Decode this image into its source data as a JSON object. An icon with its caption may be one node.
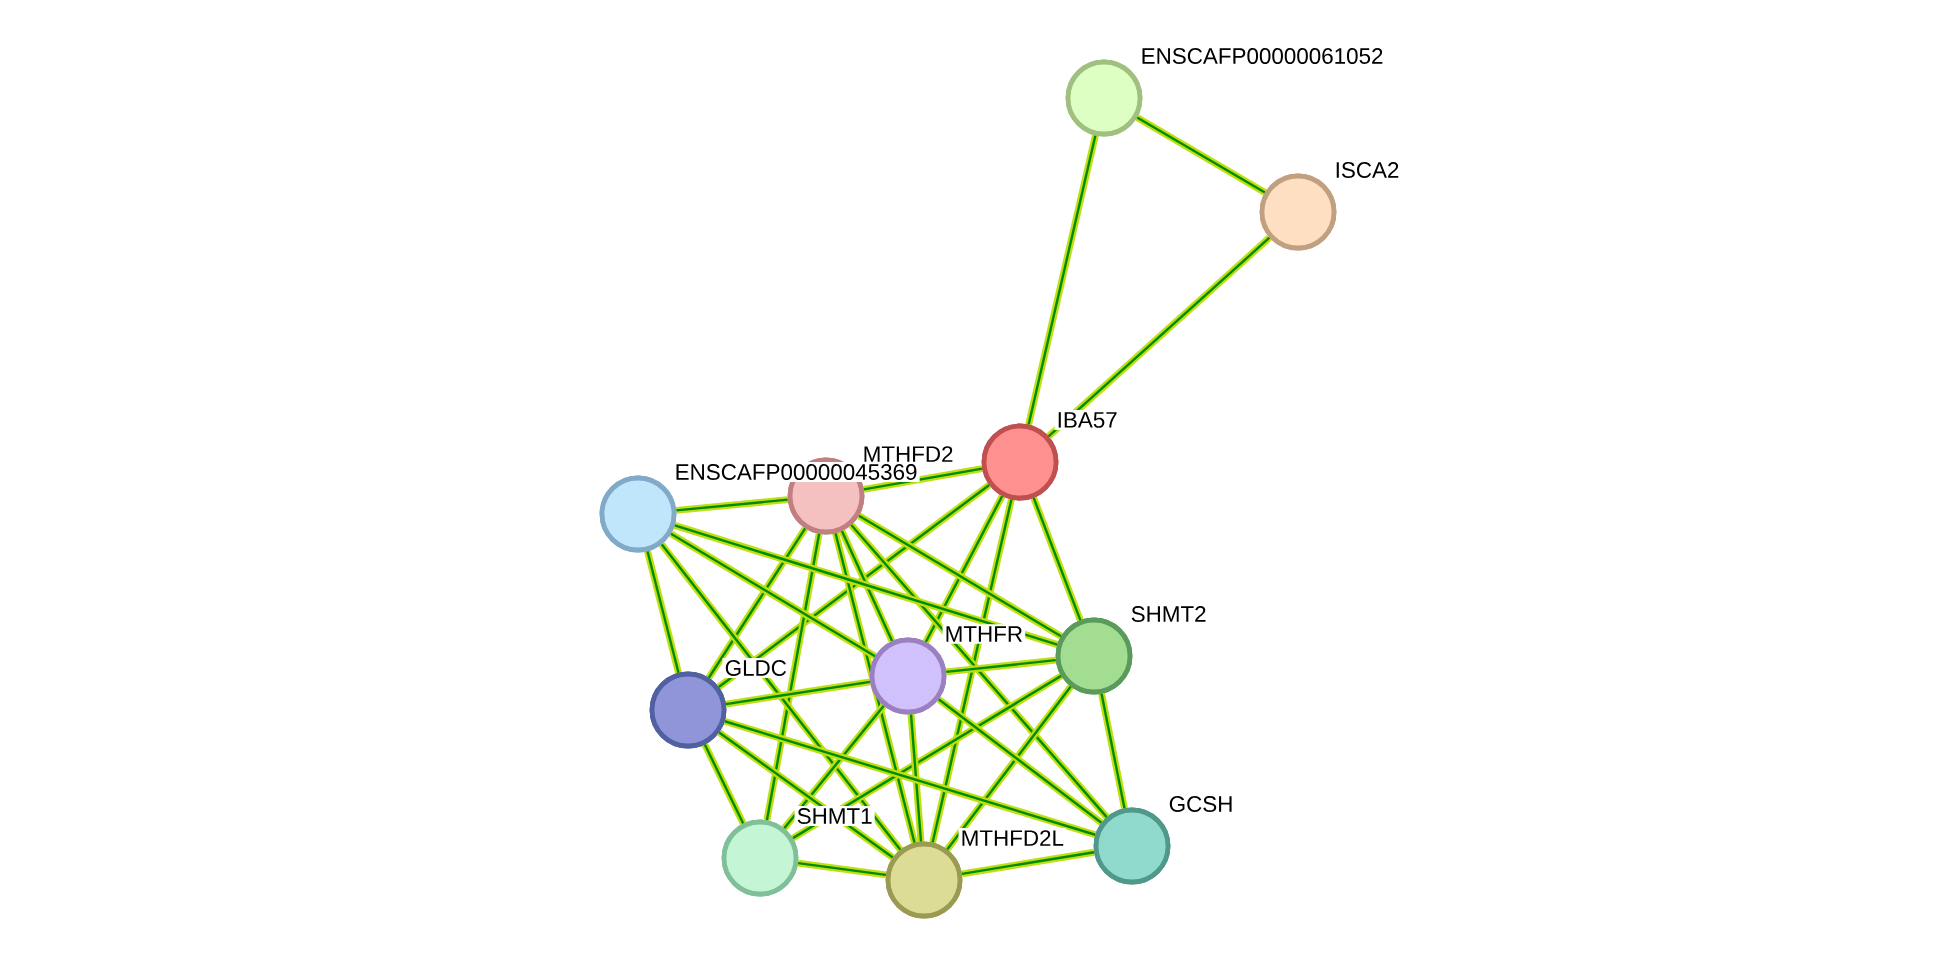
{
  "diagram": {
    "nodes": [
      {
        "text": [
          "ENSCAFP00000061052"
        ]
      },
      {
        "text": [
          "ISCA2"
        ]
      },
      {
        "text": [
          "IBA57"
        ]
      },
      {
        "text": [
          "MTHFD2"
        ]
      },
      {
        "text": [
          "ENSCAFP00000045369"
        ]
      },
      {
        "text": [
          "SHMT2"
        ]
      },
      {
        "text": [
          "MTHFR"
        ]
      },
      {
        "text": [
          "GLDC"
        ]
      },
      {
        "text": [
          "GCSH"
        ]
      },
      {
        "text": [
          "SHMT1"
        ]
      },
      {
        "text": [
          "MTHFD2L"
        ]
      }
    ],
    "edges": [
      {
        "from": 0,
        "to": 1,
        "arrow": "none"
      },
      {
        "from": 0,
        "to": 2,
        "arrow": "none"
      },
      {
        "from": 1,
        "to": 2,
        "arrow": "none"
      },
      {
        "from": 2,
        "to": 3,
        "arrow": "none"
      },
      {
        "from": 2,
        "to": 5,
        "arrow": "none"
      },
      {
        "from": 2,
        "to": 6,
        "arrow": "none"
      },
      {
        "from": 2,
        "to": 7,
        "arrow": "none"
      },
      {
        "from": 2,
        "to": 10,
        "arrow": "none"
      },
      {
        "from": 3,
        "to": 4,
        "arrow": "none"
      },
      {
        "from": 3,
        "to": 5,
        "arrow": "none"
      },
      {
        "from": 3,
        "to": 6,
        "arrow": "none"
      },
      {
        "from": 3,
        "to": 7,
        "arrow": "none"
      },
      {
        "from": 3,
        "to": 8,
        "arrow": "none"
      },
      {
        "from": 3,
        "to": 9,
        "arrow": "none"
      },
      {
        "from": 3,
        "to": 10,
        "arrow": "none"
      },
      {
        "from": 4,
        "to": 5,
        "arrow": "none"
      },
      {
        "from": 4,
        "to": 6,
        "arrow": "none"
      },
      {
        "from": 4,
        "to": 7,
        "arrow": "none"
      },
      {
        "from": 4,
        "to": 10,
        "arrow": "none"
      },
      {
        "from": 5,
        "to": 6,
        "arrow": "none"
      },
      {
        "from": 5,
        "to": 8,
        "arrow": "none"
      },
      {
        "from": 5,
        "to": 9,
        "arrow": "none"
      },
      {
        "from": 5,
        "to": 10,
        "arrow": "none"
      },
      {
        "from": 6,
        "to": 7,
        "arrow": "none"
      },
      {
        "from": 6,
        "to": 8,
        "arrow": "none"
      },
      {
        "from": 6,
        "to": 9,
        "arrow": "none"
      },
      {
        "from": 6,
        "to": 10,
        "arrow": "none"
      },
      {
        "from": 7,
        "to": 8,
        "arrow": "none"
      },
      {
        "from": 7,
        "to": 9,
        "arrow": "none"
      },
      {
        "from": 7,
        "to": 10,
        "arrow": "none"
      },
      {
        "from": 8,
        "to": 10,
        "arrow": "none"
      },
      {
        "from": 9,
        "to": 10,
        "arrow": "none"
      }
    ]
  }
}
